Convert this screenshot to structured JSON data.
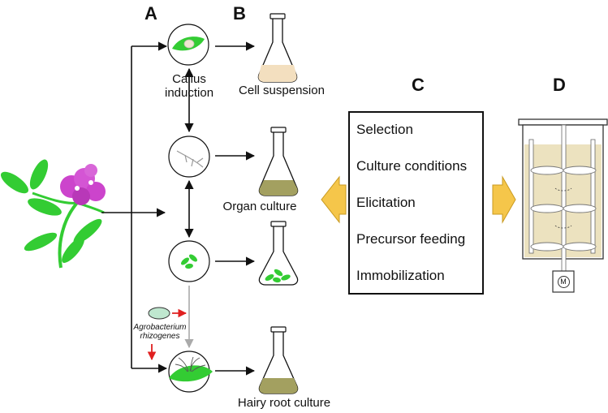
{
  "panels": {
    "a": "A",
    "b": "B",
    "c": "C",
    "d": "D"
  },
  "stages": {
    "callus": "Callus\ninduction",
    "agrobacterium_line1": "Agrobacterium",
    "agrobacterium_line2": "rhizogenes"
  },
  "cultures": {
    "cell_suspension": "Cell suspension",
    "organ_culture": "Organ culture",
    "hairy_root": "Hairy root culture"
  },
  "strategies": [
    "Selection",
    "Culture conditions",
    "Elicitation",
    "Precursor feeding",
    "Immobilization"
  ],
  "bioreactor": {
    "motor_label": "M"
  },
  "colors": {
    "leaf": "#33cc33",
    "flower": "#cc44cc",
    "medium": "#f3dfbf",
    "bioreactor_medium": "#ece2bf",
    "tissue": "#a3a060",
    "arrow_yellow": "#f5c64a",
    "arrow_red": "#e02020",
    "arrow_gray": "#aaaaaa",
    "bacterium": "#bfe7cf"
  },
  "icons": [
    "plant-icon",
    "leaf-explant-icon",
    "root-explant-icon",
    "shoot-explant-icon",
    "flask-icon",
    "bioreactor-icon",
    "motor-icon",
    "impeller-icon"
  ]
}
